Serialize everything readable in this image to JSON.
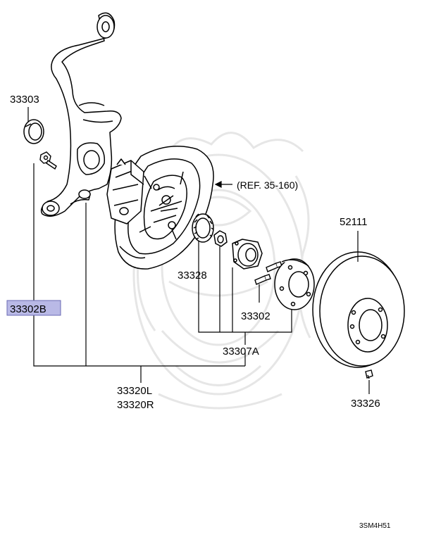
{
  "diagram": {
    "reference_label": "(REF. 35-160)",
    "drawing_code": "3SM4H51",
    "highlight_color": "#b9b9e6",
    "highlight_border": "#6a6ab4",
    "line_color": "#000000",
    "watermark_color": "#e6e6e6",
    "parts": {
      "p33303": "33303",
      "p33302b": "33302B",
      "p52111": "52111",
      "p33328": "33328",
      "p33302": "33302",
      "p33307a": "33307A",
      "p33320l": "33320L",
      "p33320r": "33320R",
      "p33326": "33326"
    }
  }
}
